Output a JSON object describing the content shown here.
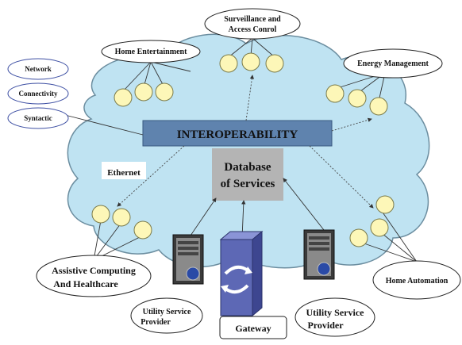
{
  "colors": {
    "cloud_fill": "#bfe3f2",
    "cloud_stroke": "#6c8ea0",
    "banner_fill": "#5f83ae",
    "database_fill": "#b4b4b4",
    "node_fill": "#fdf7b8",
    "node_stroke": "#7b7b4a",
    "gateway_fill": "#5d68b5"
  },
  "labels": {
    "interoperability": "INTEROPERABILITY",
    "database_line1": "Database",
    "database_line2": "of Services",
    "ethernet": "Ethernet",
    "surveillance_line1": "Surveillance and",
    "surveillance_line2": "Access Conrol",
    "home_entertainment": "Home Entertainment",
    "energy_management": "Energy Management",
    "network": "Network",
    "connectivity": "Connectivity",
    "syntactic": "Syntactic",
    "assistive_line1": "Assistive Computing",
    "assistive_line2": "And Healthcare",
    "home_automation": "Home Automation",
    "utility_left_line1": "Utility Service",
    "utility_left_line2": "Provider",
    "utility_right_line1": "Utility Service",
    "utility_right_line2": "Provider",
    "gateway": "Gateway"
  },
  "icons": {
    "server_left": "server-icon",
    "server_right": "server-icon",
    "gateway": "gateway-switch-icon"
  }
}
